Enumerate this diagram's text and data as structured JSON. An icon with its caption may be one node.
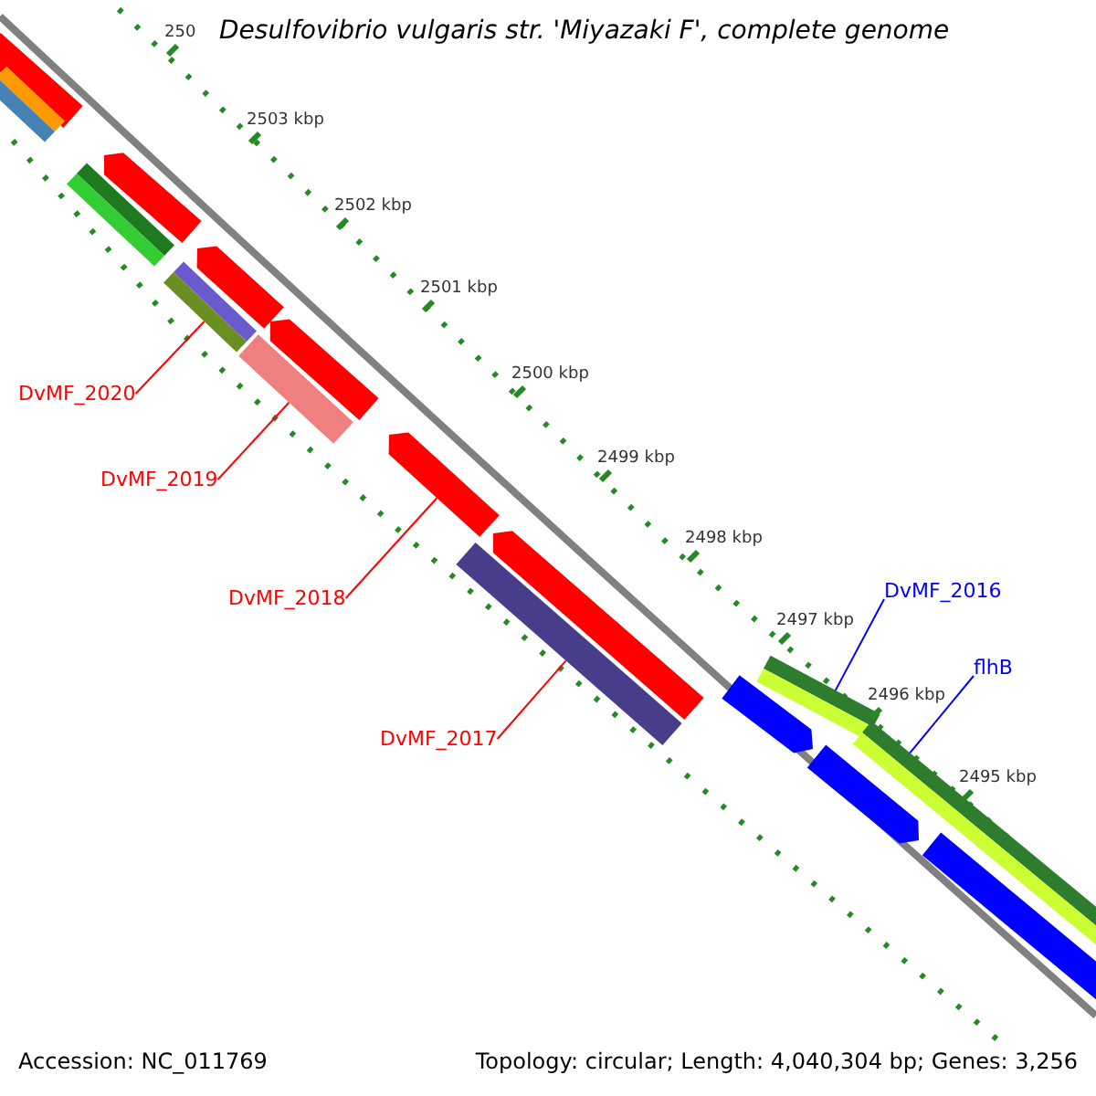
{
  "diagram": {
    "title": "Desulfovibrio vulgaris str. 'Miyazaki F', complete genome",
    "nodes": [
      {
        "text": [
          "DvMF_2016"
        ]
      },
      {
        "text": [
          "flhB"
        ]
      },
      {
        "text": [
          "DvMF_2020"
        ]
      },
      {
        "text": [
          "DvMF_2019"
        ]
      },
      {
        "text": [
          "DvMF_2018"
        ]
      },
      {
        "text": [
          "DvMF_2017"
        ]
      },
      {
        "text": [],
        "shape": "bar"
      },
      {
        "text": [],
        "shape": "bar"
      },
      {
        "text": [],
        "shape": "bar"
      },
      {
        "text": [],
        "shape": "bar"
      },
      {
        "text": [],
        "shape": "bar"
      },
      {
        "text": [],
        "shape": "bar"
      },
      {
        "text": [],
        "shape": "bar"
      },
      {
        "text": [],
        "shape": "bar"
      },
      {
        "text": [],
        "shape": "bar"
      },
      {
        "text": [],
        "shape": "bar"
      },
      {
        "text": [],
        "shape": "bar"
      },
      {
        "text": [],
        "shape": "bar"
      },
      {
        "text": [],
        "shape": "bar"
      },
      {
        "text": [],
        "shape": "bar"
      },
      {
        "text": [],
        "shape": "bar"
      },
      {
        "text": [],
        "shape": "bar"
      }
    ],
    "edges": [
      {
        "from": 0,
        "to": 18,
        "arrow": "none",
        "color": "#0000ff"
      },
      {
        "from": 1,
        "to": 20,
        "arrow": "none",
        "color": "#0000ff"
      },
      {
        "from": 2,
        "to": 10,
        "arrow": "none"
      },
      {
        "from": 3,
        "to": 12,
        "arrow": "none"
      },
      {
        "from": 4,
        "to": 14,
        "arrow": "none"
      },
      {
        "from": 5,
        "to": 15,
        "arrow": "none"
      }
    ],
    "labels": [
      "250",
      "2503 kbp",
      "2502 kbp",
      "2501 kbp",
      "2500 kbp",
      "2499 kbp",
      "2498 kbp",
      "2497 kbp",
      "2496 kbp",
      "2495 kbp",
      "Accession: NC_011769",
      "Topology: circular; Length: 4,040,304 bp; Genes: 3,256"
    ]
  }
}
